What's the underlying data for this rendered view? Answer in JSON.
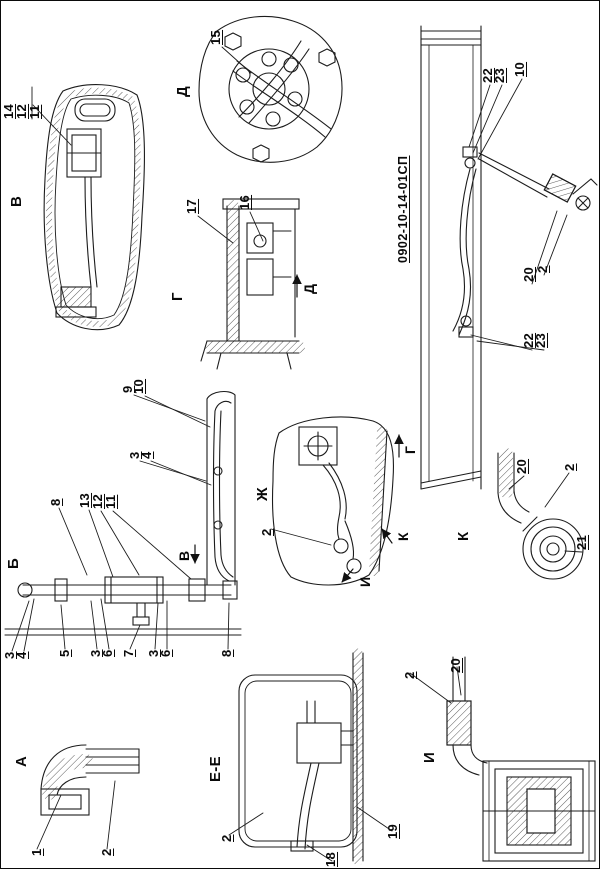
{
  "drawing_number": "0902-10-14-01СП",
  "view_labels": {
    "a": "А",
    "b": "Б",
    "v": "В",
    "g": "Г",
    "d": "Д",
    "ee": "Е-Е",
    "zh": "Ж",
    "i": "И",
    "k": "К"
  },
  "section_arrows": {
    "d": "Д",
    "v": "В",
    "g": "Г",
    "k": "К",
    "i": "И"
  },
  "callouts": {
    "view_v": [
      "14",
      "12",
      "11"
    ],
    "view_d": [
      "15"
    ],
    "view_g": [
      "17",
      "16"
    ],
    "rail_top": [
      "22",
      "23",
      "10"
    ],
    "rail_mid": [
      "20",
      "2"
    ],
    "rail_bottom": [
      "22",
      "23"
    ],
    "b_top": [
      "9",
      "10",
      "3",
      "4",
      "8",
      "13",
      "12",
      "11"
    ],
    "b_bottom": [
      "3",
      "4",
      "5",
      "3",
      "6",
      "7",
      "3",
      "6",
      "8"
    ],
    "view_zh": [
      "2"
    ],
    "view_k": [
      "20",
      "2",
      "21"
    ],
    "view_a": [
      "1",
      "2"
    ],
    "view_ee": [
      "2",
      "18",
      "19"
    ],
    "view_i": [
      "2",
      "20"
    ]
  }
}
